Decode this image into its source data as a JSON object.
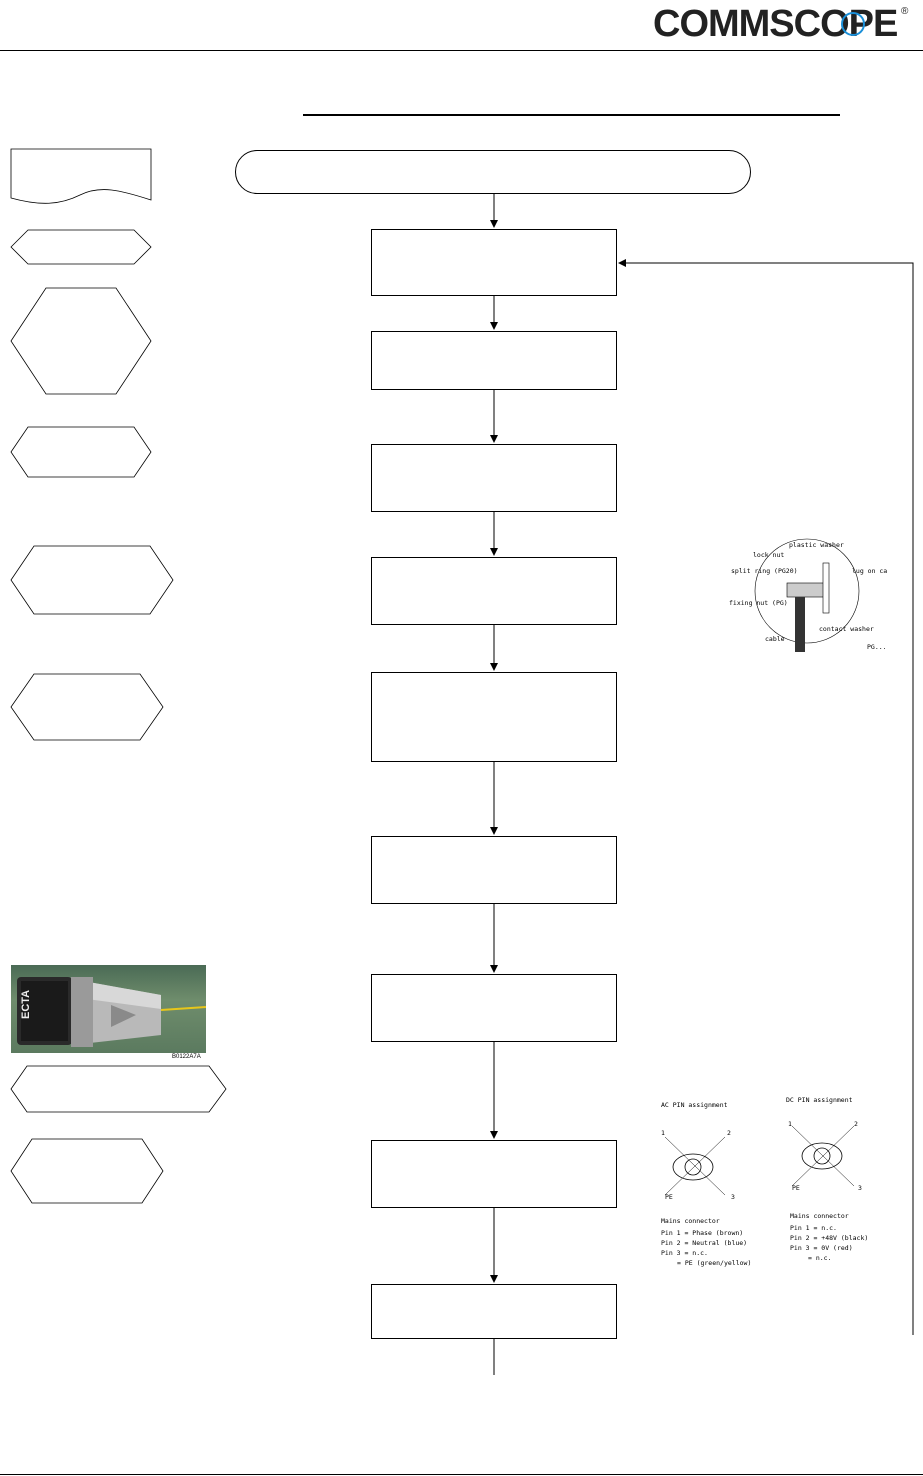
{
  "header": {
    "logo_text": "COMMSCOPE",
    "registered_mark": "®"
  },
  "photo": {
    "brand_text": "ECTA",
    "code": "B0122A7A"
  },
  "ac_pin": {
    "title": "AC PIN assignment",
    "pins": [
      "1",
      "2",
      "3"
    ],
    "pe_symbol": "PE",
    "caption": "Mains connector",
    "lines": [
      "Pin 1 = Phase (brown)",
      "Pin 2 = Neutral (blue)",
      "Pin 3 = n.c.",
      "= PE (green/yellow)"
    ]
  },
  "dc_pin": {
    "title": "DC PIN assignment",
    "pins": [
      "1",
      "2",
      "3"
    ],
    "pe_symbol": "PE",
    "caption": "Mains connector",
    "lines": [
      "Pin 1 = n.c.",
      "Pin 2 = +48V (black)",
      "Pin 3 = 0V (red)",
      "= n.c."
    ]
  },
  "cable_diagram": {
    "labels": [
      "plastic washer",
      "lock nut",
      "split ring (PG20)",
      "lug on cable",
      "fixing nut (PG)",
      "cable",
      "contact washer"
    ],
    "code": "PG..."
  }
}
